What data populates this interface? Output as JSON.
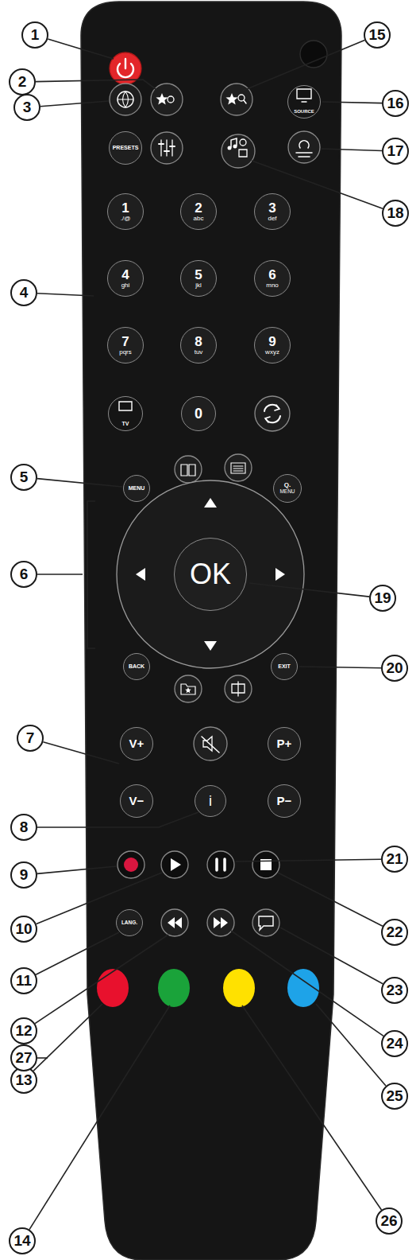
{
  "diagram": {
    "nodes": [
      {
        "text": [
          "SOURCE"
        ]
      },
      {
        "text": [
          "PRESETS"
        ]
      },
      {
        "text": [
          "1",
          "./@"
        ]
      },
      {
        "text": [
          "2",
          "abc"
        ]
      },
      {
        "text": [
          "3",
          "def"
        ]
      },
      {
        "text": [
          "4",
          "ghi"
        ]
      },
      {
        "text": [
          "5",
          "jkl"
        ]
      },
      {
        "text": [
          "6",
          "mno"
        ]
      },
      {
        "text": [
          "7",
          "pqrs"
        ]
      },
      {
        "text": [
          "8",
          "tuv"
        ]
      },
      {
        "text": [
          "9",
          "wxyz"
        ]
      },
      {
        "text": [
          "TV"
        ]
      },
      {
        "text": [
          "0"
        ]
      },
      {
        "text": [
          "MENU"
        ]
      },
      {
        "text": [
          "Q.",
          "MENU"
        ]
      },
      {
        "text": [
          "OK"
        ]
      },
      {
        "text": [
          "BACK"
        ]
      },
      {
        "text": [
          "EXIT"
        ]
      },
      {
        "text": [
          "V+"
        ]
      },
      {
        "text": [
          "P+"
        ]
      },
      {
        "text": [
          "V−"
        ]
      },
      {
        "text": [
          "i"
        ]
      },
      {
        "text": [
          "P−"
        ]
      },
      {
        "text": [
          "LANG."
        ]
      }
    ],
    "labels": [
      "1",
      "2",
      "3",
      "4",
      "5",
      "6",
      "7",
      "8",
      "9",
      "10",
      "11",
      "12",
      "13",
      "14",
      "15",
      "16",
      "17",
      "18",
      "19",
      "20",
      "21",
      "22",
      "23",
      "24",
      "25",
      "26",
      "27"
    ]
  }
}
